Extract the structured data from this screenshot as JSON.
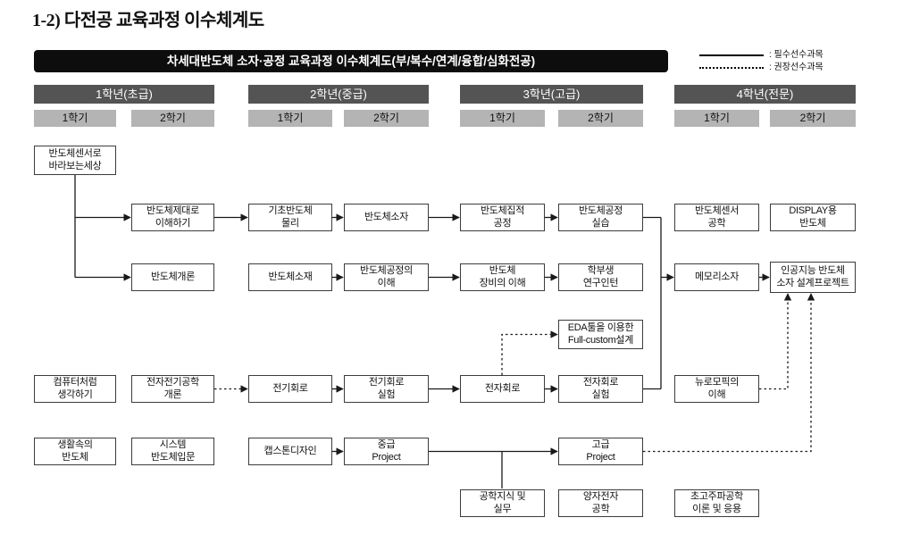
{
  "page_title": "1-2) 다전공 교육과정 이수체계도",
  "header": {
    "title": "차세대반도체 소자·공정 교육과정 이수체계도(부/복수/연계/융합/심화전공)"
  },
  "legend": {
    "required_label": ": 필수선수과목",
    "recommended_label": ": 권장선수과목",
    "required_style": "solid",
    "recommended_style": "dotted"
  },
  "colors": {
    "header_bg": "#0d0d0d",
    "year_bg": "#545454",
    "semester_bg": "#b4b4b4",
    "line": "#1a1a1a"
  },
  "years": [
    {
      "label": "1학년(초급)"
    },
    {
      "label": "2학년(중급)"
    },
    {
      "label": "3학년(고급)"
    },
    {
      "label": "4학년(전문)"
    }
  ],
  "semesters": [
    {
      "label": "1학기"
    },
    {
      "label": "2학기"
    },
    {
      "label": "1학기"
    },
    {
      "label": "2학기"
    },
    {
      "label": "1학기"
    },
    {
      "label": "2학기"
    },
    {
      "label": "1학기"
    },
    {
      "label": "2학기"
    }
  ],
  "courses": {
    "sensor_world": {
      "label": "반도체센서로\n바라보는세상",
      "year": 1,
      "semester": 1
    },
    "understand_semi": {
      "label": "반도체제대로\n이해하기",
      "year": 1,
      "semester": 2
    },
    "semi_intro": {
      "label": "반도체개론",
      "year": 1,
      "semester": 2
    },
    "think_like_computer": {
      "label": "컴퓨터처럼\n생각하기",
      "year": 1,
      "semester": 1
    },
    "life_semi": {
      "label": "생활속의\n반도체",
      "year": 1,
      "semester": 1
    },
    "ee_intro": {
      "label": "전자전기공학\n개론",
      "year": 1,
      "semester": 2
    },
    "system_semi_intro": {
      "label": "시스템\n반도체입문",
      "year": 1,
      "semester": 2
    },
    "basic_semi_physics": {
      "label": "기초반도체\n물리",
      "year": 2,
      "semester": 1
    },
    "semi_materials": {
      "label": "반도체소재",
      "year": 2,
      "semester": 1
    },
    "electric_circuits": {
      "label": "전기회로",
      "year": 2,
      "semester": 1
    },
    "capstone_design": {
      "label": "캡스톤디자인",
      "year": 2,
      "semester": 1
    },
    "semi_devices": {
      "label": "반도체소자",
      "year": 2,
      "semester": 2
    },
    "process_understanding": {
      "label": "반도체공정의\n이해",
      "year": 2,
      "semester": 2
    },
    "electric_circuits_lab": {
      "label": "전기회로\n실험",
      "year": 2,
      "semester": 2
    },
    "mid_project": {
      "label": "중급\nProject",
      "year": 2,
      "semester": 2
    },
    "ic_process": {
      "label": "반도체집적\n공정",
      "year": 3,
      "semester": 1
    },
    "equipment_understanding": {
      "label": "반도체\n장비의 이해",
      "year": 3,
      "semester": 1
    },
    "electronic_circuits": {
      "label": "전자회로",
      "year": 3,
      "semester": 1
    },
    "eng_knowledge": {
      "label": "공학지식 및\n실무",
      "year": 3,
      "semester": 1
    },
    "process_practice": {
      "label": "반도체공정\n실습",
      "year": 3,
      "semester": 2
    },
    "research_intern": {
      "label": "학부생\n연구인턴",
      "year": 3,
      "semester": 2
    },
    "eda_fullcustom": {
      "label": "EDA툴을 이용한\nFull-custom설계",
      "year": 3,
      "semester": 2
    },
    "electronic_circuits_lab": {
      "label": "전자회로\n실험",
      "year": 3,
      "semester": 2
    },
    "adv_project": {
      "label": "고급\nProject",
      "year": 3,
      "semester": 2
    },
    "quantum_electronics": {
      "label": "양자전자\n공학",
      "year": 3,
      "semester": 2
    },
    "sensor_eng": {
      "label": "반도체센서\n공학",
      "year": 4,
      "semester": 1
    },
    "memory_devices": {
      "label": "메모리소자",
      "year": 4,
      "semester": 1
    },
    "neuromorphic": {
      "label": "뉴로모픽의\n이해",
      "year": 4,
      "semester": 1
    },
    "microwave_eng": {
      "label": "초고주파공학\n이론 및 응용",
      "year": 4,
      "semester": 1
    },
    "display_semi": {
      "label": "DISPLAY용\n반도체",
      "year": 4,
      "semester": 2
    },
    "ai_semi_project": {
      "label": "인공지능 반도체\n소자 설계프로젝트",
      "year": 4,
      "semester": 2
    }
  },
  "edges": [
    {
      "from": "sensor_world",
      "to": "understand_semi",
      "type": "required"
    },
    {
      "from": "sensor_world",
      "to": "semi_intro",
      "type": "required"
    },
    {
      "from": "understand_semi",
      "to": "basic_semi_physics",
      "type": "required"
    },
    {
      "from": "basic_semi_physics",
      "to": "semi_devices",
      "type": "required"
    },
    {
      "from": "semi_devices",
      "to": "ic_process",
      "type": "required"
    },
    {
      "from": "ic_process",
      "to": "process_practice",
      "type": "required"
    },
    {
      "from": "process_practice",
      "to": "memory_devices",
      "type": "required"
    },
    {
      "from": "electronic_circuits_lab",
      "to": "memory_devices",
      "type": "required"
    },
    {
      "from": "semi_materials",
      "to": "process_understanding",
      "type": "required"
    },
    {
      "from": "process_understanding",
      "to": "equipment_understanding",
      "type": "required"
    },
    {
      "from": "equipment_understanding",
      "to": "research_intern",
      "type": "required"
    },
    {
      "from": "memory_devices",
      "to": "ai_semi_project",
      "type": "required"
    },
    {
      "from": "electric_circuits",
      "to": "electric_circuits_lab",
      "type": "required"
    },
    {
      "from": "electric_circuits_lab",
      "to": "electronic_circuits",
      "type": "required"
    },
    {
      "from": "electronic_circuits",
      "to": "electronic_circuits_lab",
      "type": "required"
    },
    {
      "from": "capstone_design",
      "to": "mid_project",
      "type": "required"
    },
    {
      "from": "mid_project",
      "to": "adv_project",
      "type": "required"
    },
    {
      "from": "mid_project",
      "to": "eng_knowledge",
      "type": "required"
    },
    {
      "from": "ee_intro",
      "to": "electric_circuits",
      "type": "recommended"
    },
    {
      "from": "electronic_circuits",
      "to": "eda_fullcustom",
      "type": "recommended"
    },
    {
      "from": "neuromorphic",
      "to": "ai_semi_project",
      "type": "recommended"
    },
    {
      "from": "adv_project",
      "to": "ai_semi_project",
      "type": "recommended"
    }
  ]
}
